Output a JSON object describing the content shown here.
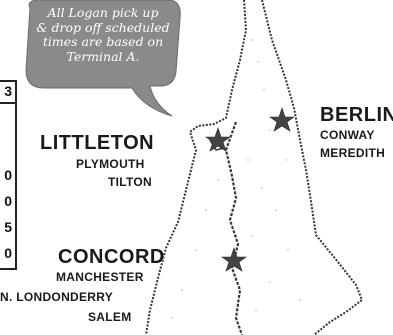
{
  "bubble": {
    "line1": "All Logan pick up",
    "line2": "& drop off scheduled",
    "line3": "times are based on",
    "line4": "Terminal A."
  },
  "schedule_fragment": {
    "header": "3",
    "rows": [
      "",
      "",
      "0",
      "0",
      "5",
      "0"
    ]
  },
  "cities": {
    "littleton": "LITTLETON",
    "plymouth": "PLYMOUTH",
    "tilton": "TILTON",
    "concord": "CONCORD",
    "manchester": "MANCHESTER",
    "londonderry": "N. LONDONDERRY",
    "salem": "SALEM",
    "berlin": "BERLIN",
    "conway": "CONWAY",
    "meredith": "MEREDITH"
  },
  "colors": {
    "bubble": "#8a8a8a",
    "ink": "#1a1a1a",
    "background": "#ffffff"
  }
}
